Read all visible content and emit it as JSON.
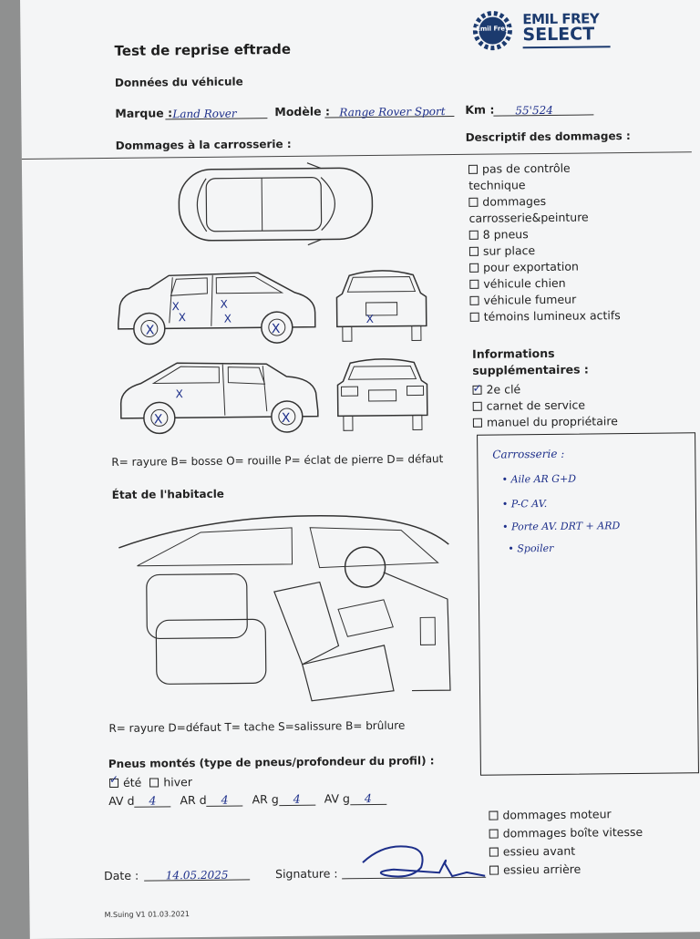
{
  "logo": {
    "line1": "EMIL FREY",
    "line2": "SELECT",
    "badge": "Emil Frey"
  },
  "title": "Test de reprise eftrade",
  "vehicle_section": "Données du véhicule",
  "marque_label": "Marque :",
  "marque_value": "Land Rover",
  "modele_label": "Modèle :",
  "modele_value": "Range Rover Sport",
  "km_label": "Km :",
  "km_value": "55'524",
  "body_damage_heading": "Dommages à la carrosserie :",
  "description_heading": "Descriptif des dommages :",
  "damage_options": [
    {
      "label": "pas de contrôle",
      "label2": "technique",
      "checked": false
    },
    {
      "label": "dommages",
      "label2": "carrosserie&peinture",
      "checked": false
    },
    {
      "label": "8 pneus",
      "checked": false
    },
    {
      "label": "sur place",
      "checked": false
    },
    {
      "label": "pour exportation",
      "checked": false
    },
    {
      "label": "véhicule chien",
      "checked": false
    },
    {
      "label": "véhicule fumeur",
      "checked": false
    },
    {
      "label": "témoins lumineux actifs",
      "checked": false
    }
  ],
  "info_heading": "Informations",
  "info_heading2": "supplémentaires :",
  "info_options": [
    {
      "label": "2e clé",
      "checked": true
    },
    {
      "label": "carnet de service",
      "checked": false
    },
    {
      "label": "manuel du propriétaire",
      "checked": false
    }
  ],
  "notes": [
    "Carrosserie :",
    "• Aile AR G+D",
    "• P-C AV.",
    "• Porte AV. DRT + ARD",
    "• Spoiler"
  ],
  "legend_body": "R= rayure B= bosse O= rouille P= éclat de pierre D= défaut",
  "interior_heading": "État de l'habitacle",
  "legend_interior": "R= rayure D=défaut T= tache S=salissure B= brûlure",
  "tyres_heading": "Pneus montés (type de pneus/profondeur du profil) :",
  "tyre_season": [
    {
      "label": "été",
      "checked": true
    },
    {
      "label": "hiver",
      "checked": false
    }
  ],
  "tyre_depths": [
    {
      "label": "AV d",
      "value": "4"
    },
    {
      "label": "AR d",
      "value": "4"
    },
    {
      "label": "AR g",
      "value": "4"
    },
    {
      "label": "AV g",
      "value": "4"
    }
  ],
  "mech_options": [
    {
      "label": "dommages moteur",
      "checked": false
    },
    {
      "label": "dommages boîte vitesse",
      "checked": false
    },
    {
      "label": "essieu avant",
      "checked": false
    },
    {
      "label": "essieu arrière",
      "checked": false
    }
  ],
  "date_label": "Date :",
  "date_value": "14.05.2025",
  "signature_label": "Signature :",
  "footer": "M.Suing V1 01.03.2021",
  "colors": {
    "ink": "#1d2f8a",
    "print": "#1e1e1e",
    "paper": "#f4f5f6"
  }
}
